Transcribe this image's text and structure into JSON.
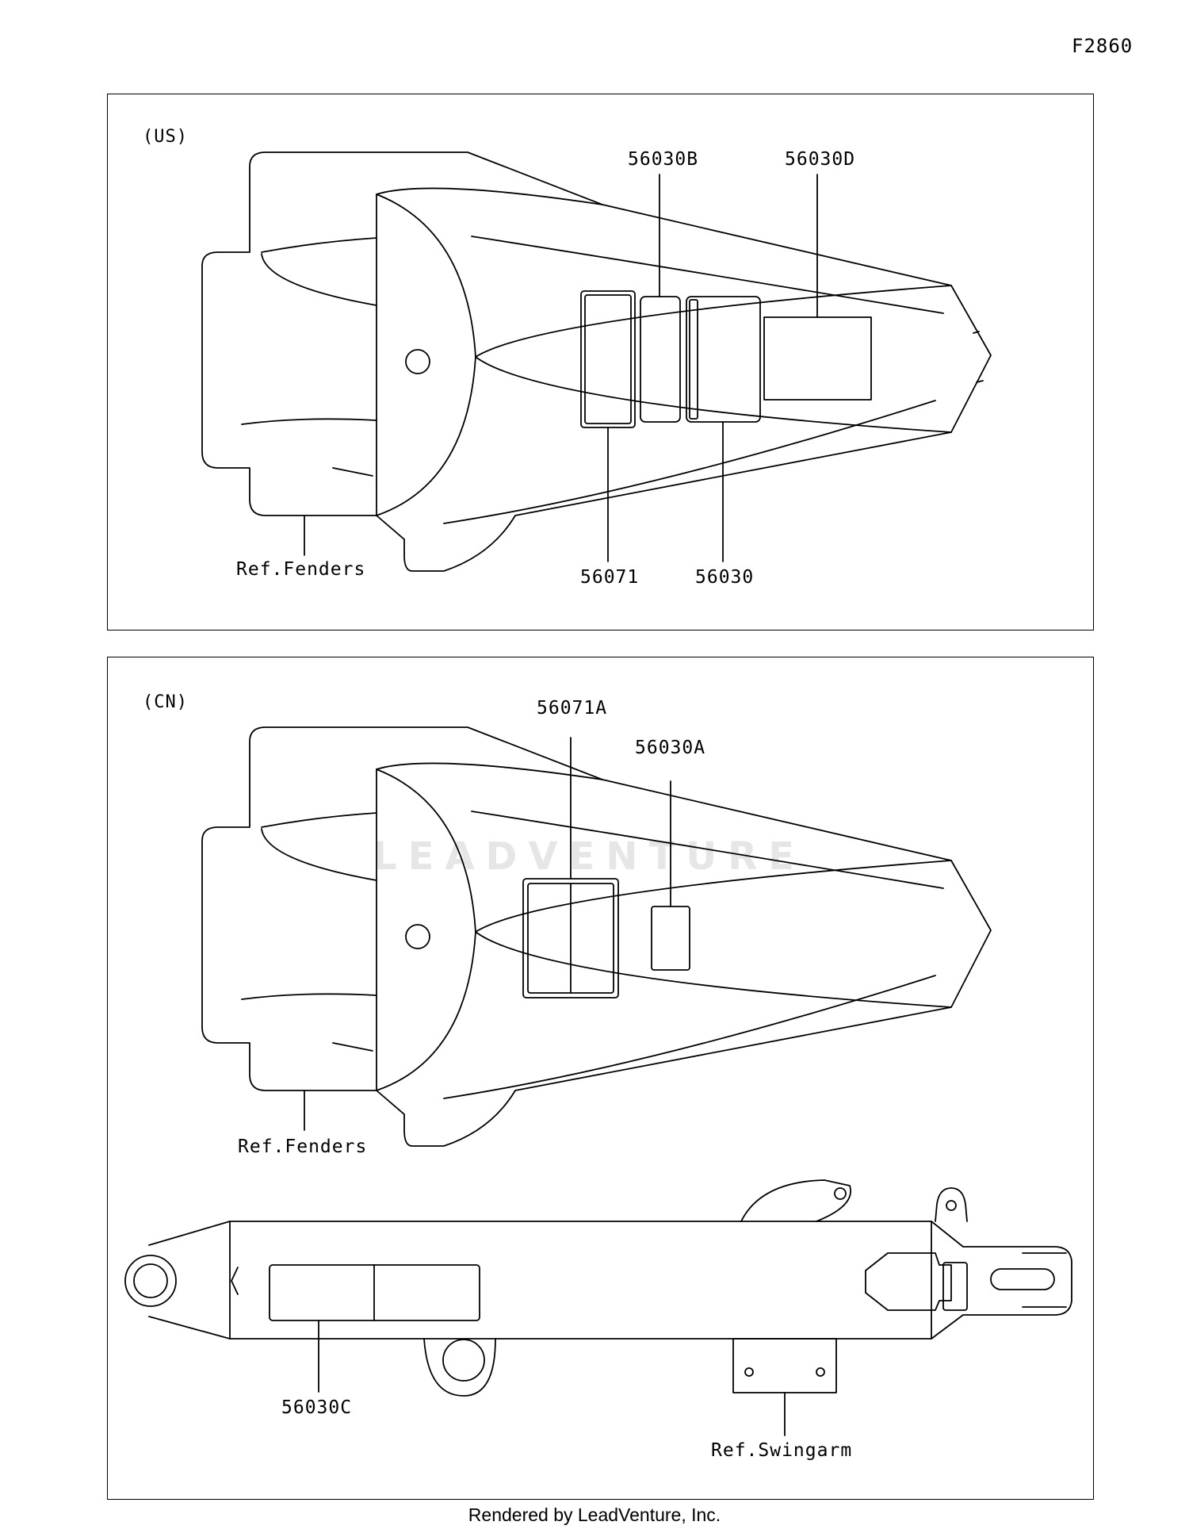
{
  "figure_code": "F2860",
  "watermark": "LEADVENTURE",
  "footer": "Rendered by LeadVenture, Inc.",
  "panel_us": {
    "region_label": "(US)",
    "callouts": {
      "p56030B": "56030B",
      "p56030D": "56030D",
      "p56071": "56071",
      "p56030": "56030",
      "ref_fenders": "Ref.Fenders"
    }
  },
  "panel_cn": {
    "region_label": "(CN)",
    "callouts": {
      "p56071A": "56071A",
      "p56030A": "56030A",
      "ref_fenders": "Ref.Fenders",
      "p56030C": "56030C",
      "ref_swingarm": "Ref.Swingarm"
    }
  }
}
